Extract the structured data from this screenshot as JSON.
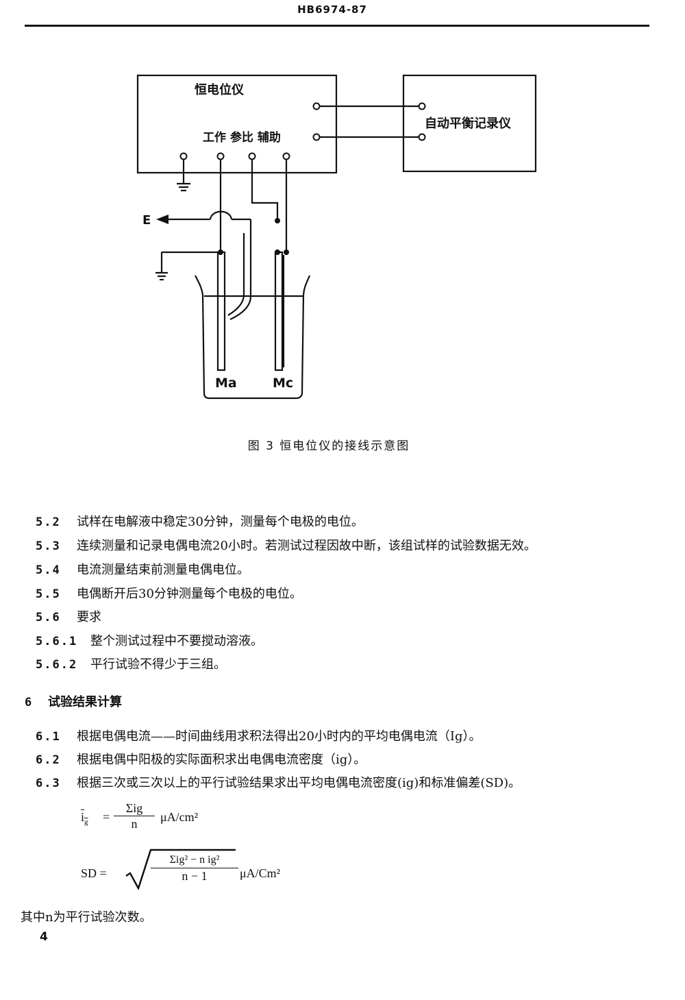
{
  "header": {
    "code": "HB6974-87"
  },
  "figure": {
    "potentiostat_label": "恒电位仪",
    "terminal_labels": "工作 参比 辅助",
    "recorder_label": "自动平衡记录仪",
    "e_label": "E",
    "electrode_anode": "Ma",
    "electrode_cathode": "Mc",
    "caption": "图 3   恒电位仪的接线示意图"
  },
  "items": [
    {
      "num": "5.2",
      "text": "试样在电解液中稳定30分钟，测量每个电极的电位。"
    },
    {
      "num": "5.3",
      "text": "连续测量和记录电偶电流20小时。若测试过程因故中断，该组试样的试验数据无效。"
    },
    {
      "num": "5.4",
      "text": "电流测量结束前测量电偶电位。"
    },
    {
      "num": "5.5",
      "text": "电偶断开后30分钟测量每个电极的电位。"
    },
    {
      "num": "5.6",
      "text": "要求"
    },
    {
      "num": "5.6.1",
      "text": "整个测试过程中不要搅动溶液。"
    },
    {
      "num": "5.6.2",
      "text": "平行试验不得少于三组。"
    }
  ],
  "section6": {
    "num": "6",
    "title": "试验结果计算"
  },
  "items6": [
    {
      "num": "6.1",
      "text": "根据电偶电流——时间曲线用求积法得出20小时内的平均电偶电流（Ig）。"
    },
    {
      "num": "6.2",
      "text": "根据电偶中阳极的实际面积求出电偶电流密度（ig）。"
    },
    {
      "num": "6.3",
      "text": "根据三次或三次以上的平行试验结果求出平均电偶电流密度(ig)和标准偏差(SD)。"
    }
  ],
  "formula1": {
    "lhs": "i",
    "lhs_sub": "g",
    "eq": "=",
    "numerator": "Σig",
    "denominator": "n",
    "unit": "μA/cm²"
  },
  "formula2": {
    "lhs": "SD =",
    "numerator": "Σig² − n ig²",
    "denominator": "n − 1",
    "unit": "μA/Cm²"
  },
  "footer_text": "其中n为平行试验次数。",
  "page_number": "4"
}
